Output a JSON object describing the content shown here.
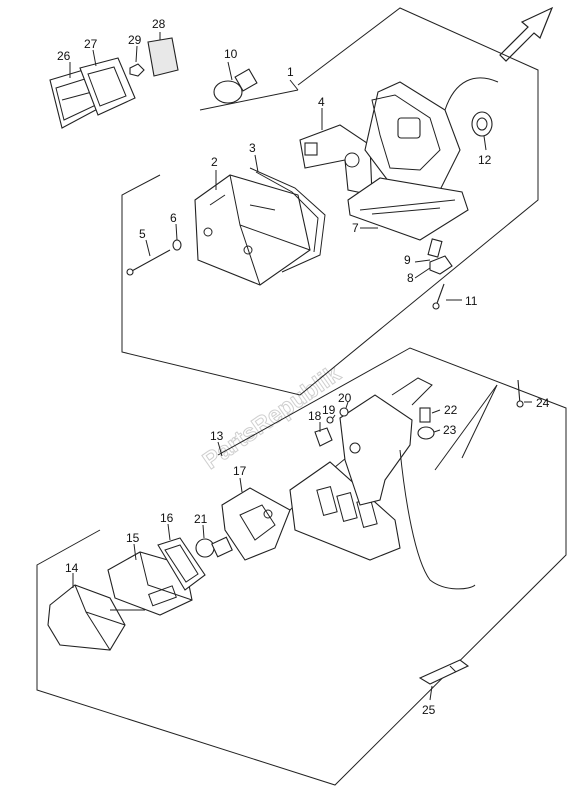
{
  "watermark": "PartsRepublik",
  "callouts": {
    "n1": "1",
    "n2": "2",
    "n3": "3",
    "n4": "4",
    "n5": "5",
    "n6": "6",
    "n7": "7",
    "n8": "8",
    "n9": "9",
    "n10": "10",
    "n11": "11",
    "n12": "12",
    "n13": "13",
    "n14": "14",
    "n15": "15",
    "n16": "16",
    "n17": "17",
    "n18": "18",
    "n19": "19",
    "n20": "20",
    "n21": "21",
    "n22": "22",
    "n23": "23",
    "n24": "24",
    "n25": "25",
    "n26": "26",
    "n27": "27",
    "n28": "28",
    "n29": "29"
  },
  "icons": {
    "direction": "front-arrow-icon"
  }
}
